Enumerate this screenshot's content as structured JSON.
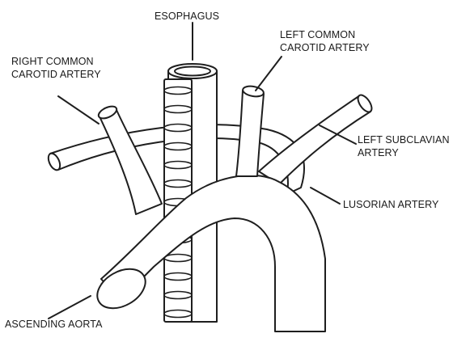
{
  "labels": {
    "esophagus": "ESOPHAGUS",
    "right_common_carotid_1": "RIGHT COMMON",
    "right_common_carotid_2": "CAROTID ARTERY",
    "left_common_carotid_1": "LEFT COMMON",
    "left_common_carotid_2": "CAROTID ARTERY",
    "left_subclavian_1": "LEFT SUBCLAVIAN",
    "left_subclavian_2": "ARTERY",
    "lusorian": "LUSORIAN ARTERY",
    "ascending_aorta": "ASCENDING AORTA"
  },
  "colors": {
    "line": "#1e1e1e",
    "fill": "#ffffff",
    "text": "#1a1a1a"
  }
}
